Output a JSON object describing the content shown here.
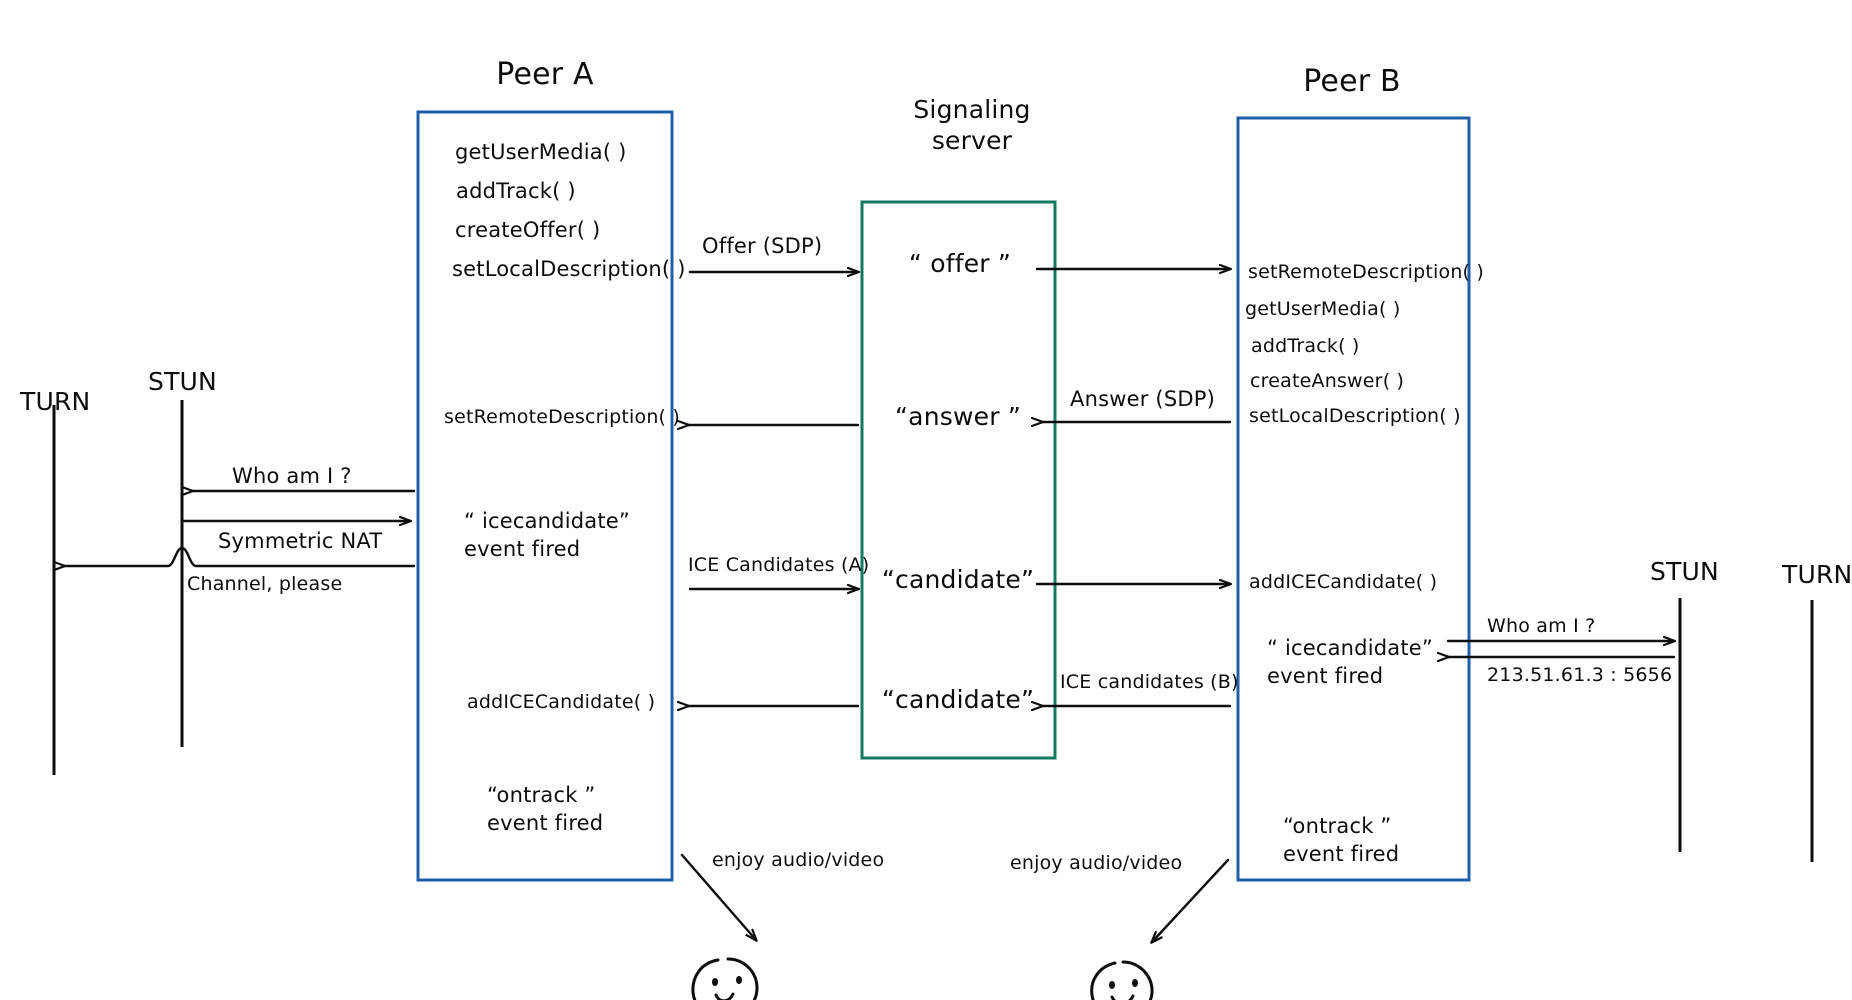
{
  "diagram": {
    "title_peer_a": "Peer A",
    "title_peer_b": "Peer B",
    "title_signaling": "Signaling\nserver",
    "colors": {
      "peer_box": "#1F5FA9",
      "signaling_box": "#11795E",
      "ink": "#0d0d0d",
      "background": "#ffffff"
    }
  },
  "peer_a": {
    "steps_top": [
      "getUserMedia( )",
      "addTrack( )",
      "createOffer( )",
      "setLocalDescription( )"
    ],
    "step_set_remote": "setRemoteDescription( )",
    "event_icecandidate": "“ icecandidate”\nevent fired",
    "step_add_ice": "addICECandidate( )",
    "event_ontrack": "“ontrack ”\nevent fired"
  },
  "peer_b": {
    "steps_top": [
      "setRemoteDescription( )",
      "getUserMedia( )",
      "addTrack( )",
      "createAnswer( )",
      "setLocalDescription( )"
    ],
    "step_add_ice": "addICECandidate( )",
    "event_icecandidate": "“ icecandidate”\nevent fired",
    "event_ontrack": "“ontrack ”\nevent fired"
  },
  "signaling": {
    "messages": [
      "“ offer ”",
      "“answer ”",
      "“candidate”",
      "“candidate”"
    ]
  },
  "arrows": {
    "offer_sdp": "Offer (SDP)",
    "answer_sdp": "Answer (SDP)",
    "ice_candidates_a": "ICE Candidates (A)",
    "ice_candidates_b": "ICE candidates (B)",
    "enjoy_left": "enjoy audio/video",
    "enjoy_right": "enjoy audio/video"
  },
  "left_network": {
    "turn_label": "TURN",
    "stun_label": "STUN",
    "who_am_i": "Who am I ?",
    "symmetric_nat": "Symmetric NAT",
    "channel_please": "Channel, please"
  },
  "right_network": {
    "stun_label": "STUN",
    "turn_label": "TURN",
    "who_am_i": "Who am I ?",
    "address": "213.51.61.3 : 5656"
  }
}
